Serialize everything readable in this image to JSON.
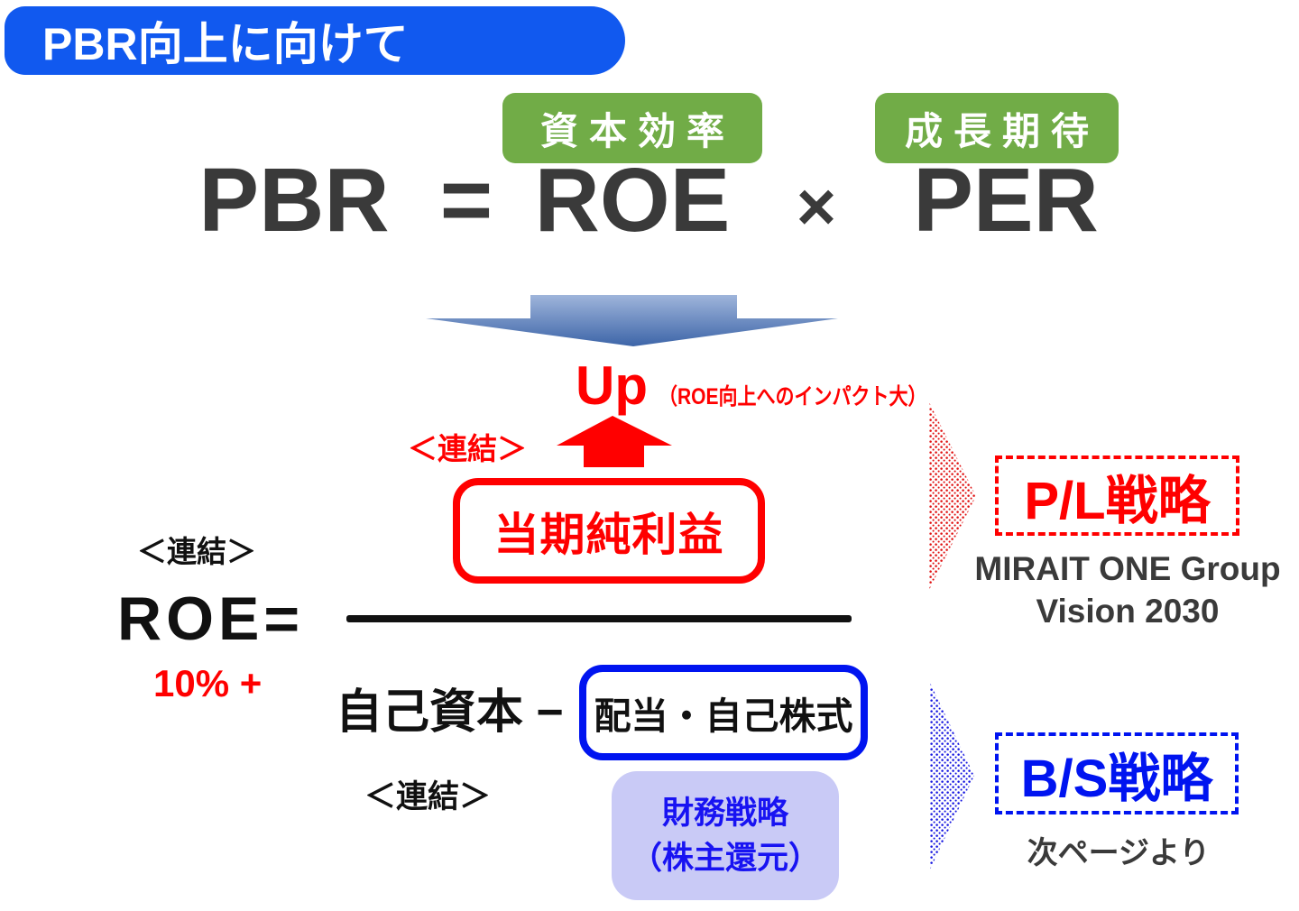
{
  "slide": {
    "title": "PBR向上に向けて",
    "equation": {
      "capital_efficiency_label": "資本効率",
      "growth_expectation_label": "成長期待",
      "pbr": "PBR",
      "equals": "=",
      "roe": "ROE",
      "times": "×",
      "per": "PER"
    },
    "roe_section": {
      "up_text": "Up",
      "up_note": "（ROE向上へのインパクト大）",
      "consolidated_numerator": "＜連結＞",
      "numerator": "当期純利益",
      "consolidated_roe": "＜連結＞",
      "roe_label": "ROE=",
      "roe_target": "10% +",
      "denominator": "自己資本 −",
      "denominator_box": "配当・自己株式",
      "consolidated_denominator": "＜連結＞",
      "financial_strategy_line1": "財務戦略",
      "financial_strategy_line2": "（株主還元）"
    },
    "right_panel": {
      "pl_strategy": "P/L戦略",
      "pl_note_line1": "MIRAIT ONE Group",
      "pl_note_line2": "Vision 2030",
      "bs_strategy": "B/S戦略",
      "bs_note": "次ページより"
    },
    "colors": {
      "title_blue": "#1159EF",
      "green": "#71AC47",
      "red": "#FF0000",
      "accent_blue": "#0014F0",
      "lavender": "#C9CAF6",
      "text_dark": "#3A3A3A",
      "arrow_gradient_top": "#9FB5DB",
      "arrow_gradient_bottom": "#3D65A8"
    }
  }
}
